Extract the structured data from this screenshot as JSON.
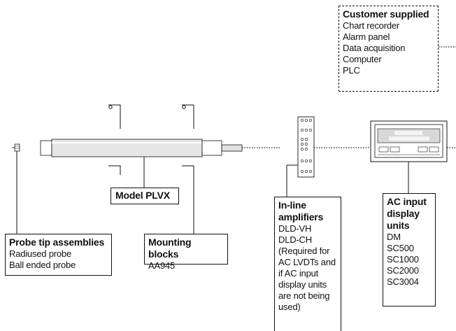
{
  "customer_supplied": {
    "title": "Customer supplied",
    "items": [
      "Chart recorder",
      "Alarm panel",
      "Data acquisition",
      "Computer",
      "PLC"
    ]
  },
  "model": {
    "title": "Model PLVX"
  },
  "probe_tips": {
    "title": "Probe tip assemblies",
    "items": [
      "Radiused probe",
      "Ball ended probe"
    ]
  },
  "mounting_blocks": {
    "title": "Mounting blocks",
    "items": [
      "AA945"
    ]
  },
  "amplifiers": {
    "title_lines": [
      "In-line",
      "amplifiers"
    ],
    "items": [
      "DLD-VH",
      "DLD-CH",
      "(Required for",
      "AC LVDTs and",
      "if AC input",
      "display units",
      "are not being",
      "used)"
    ]
  },
  "display_units": {
    "title_lines": [
      "AC input",
      "display",
      "units"
    ],
    "items": [
      "DM",
      "SC500",
      "SC1000",
      "SC2000",
      "SC3004"
    ]
  },
  "colors": {
    "line": "#111111",
    "body": "#e6e6e6",
    "panel": "#d8d8d8"
  }
}
